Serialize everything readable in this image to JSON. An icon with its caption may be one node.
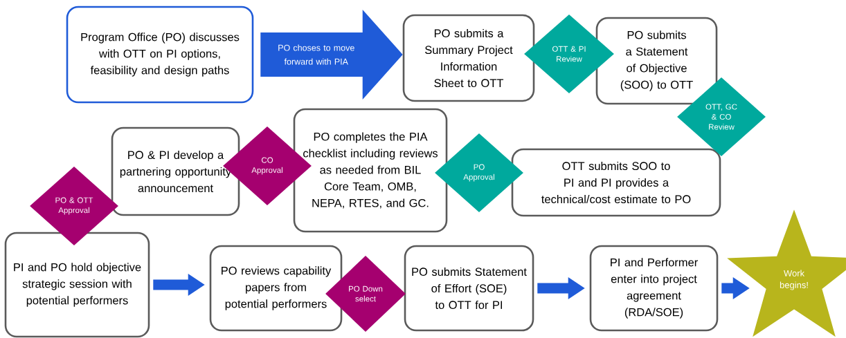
{
  "diagram": {
    "nodes": [
      {
        "text": [
          "Program Office (PO) discusses with OTT on PI options, feasibility and design paths"
        ]
      },
      {
        "text": [
          "PO submits a Summary Project Information Sheet to OTT"
        ]
      },
      {
        "text": [
          "OTT & PI Review"
        ]
      },
      {
        "text": [
          "PO submits a Statement of Objective (SOO) to OTT"
        ]
      },
      {
        "text": [
          "OTT, GC & CO Review"
        ]
      },
      {
        "text": [
          "PO & PI develop a partnering opportunity announcement"
        ]
      },
      {
        "text": [
          "CO Approval"
        ]
      },
      {
        "text": [
          "PO completes the PIA checklist including reviews as needed from BIL Core Team, OMB, NEPA, RTES, and GC."
        ]
      },
      {
        "text": [
          "PO Approval"
        ]
      },
      {
        "text": [
          "OTT submits SOO to PI and PI provides a technical/cost estimate to PO"
        ]
      },
      {
        "text": [
          "PO & OTT Approval"
        ]
      },
      {
        "text": [
          "PI and PO hold objective strategic session with potential performers"
        ]
      },
      {
        "text": [
          "PO reviews capability papers from potential performers"
        ]
      },
      {
        "text": [
          "PO Down select"
        ]
      },
      {
        "text": [
          "PO submits Statement of Effort (SOE) to OTT for PI"
        ]
      },
      {
        "text": [
          "PI and Performer enter into project agreement (RDA/SOE)"
        ]
      },
      {
        "text": [
          "Work begins!"
        ]
      }
    ],
    "edges": [
      {
        "from": 0,
        "to": 1,
        "arrow": "to",
        "label": "PO choses to move forward with PIA",
        "style": "thick"
      },
      {
        "from": 11,
        "to": 12,
        "arrow": "to"
      },
      {
        "from": 14,
        "to": 15,
        "arrow": "to"
      },
      {
        "from": 15,
        "to": 16,
        "arrow": "to"
      }
    ]
  }
}
